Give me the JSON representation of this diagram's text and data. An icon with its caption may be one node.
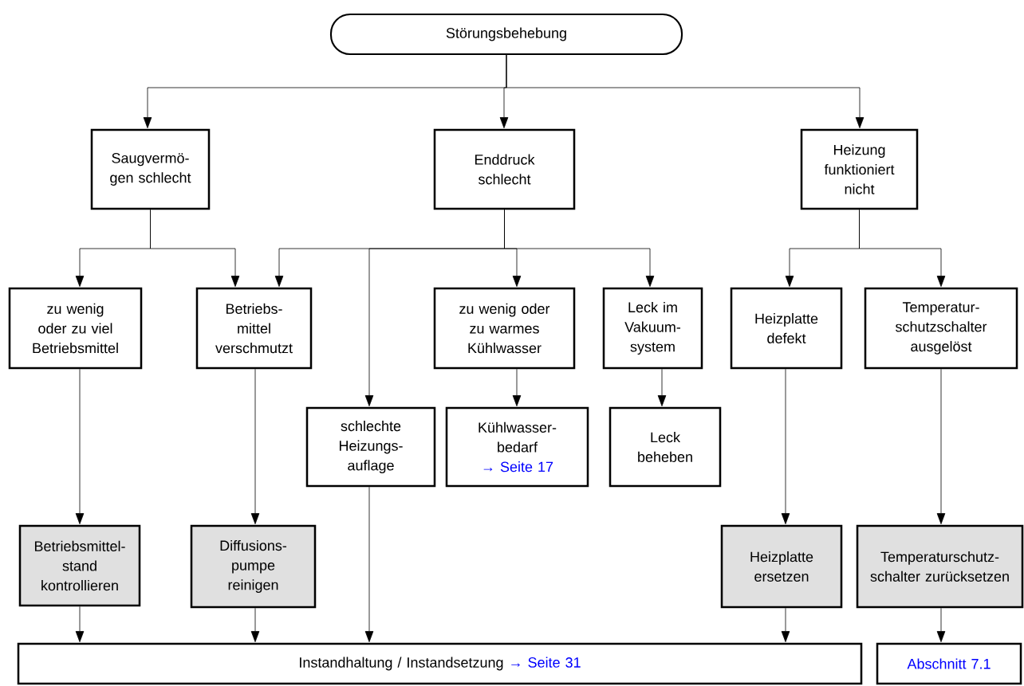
{
  "diagram": {
    "nodes": [
      {
        "text": [
          "Störungsbehebung"
        ]
      },
      {
        "text": [
          "Saugvermö- gen schlecht"
        ]
      },
      {
        "text": [
          "Enddruck schlecht"
        ]
      },
      {
        "text": [
          "Heizung funktioniert nicht"
        ]
      },
      {
        "text": [
          "zu wenig oder zu viel Betriebsmittel"
        ]
      },
      {
        "text": [
          "Betriebs- mittel verschmutzt"
        ]
      },
      {
        "text": [
          "schlechte Heizungs- auflage"
        ]
      },
      {
        "text": [
          "zu wenig oder zu warmes Kühlwasser"
        ]
      },
      {
        "text": [
          "Leck im Vakuum- system"
        ]
      },
      {
        "text": [
          "Heizplatte defekt"
        ]
      },
      {
        "text": [
          "Temperatur- schutzschalter ausgelöst"
        ]
      },
      {
        "text": [
          "Kühlwasser- bedarf",
          "→ Seite 17"
        ]
      },
      {
        "text": [
          "Leck beheben"
        ]
      },
      {
        "text": [
          "Betriebsmittel- stand kontrollieren"
        ]
      },
      {
        "text": [
          "Diffusions- pumpe reinigen"
        ]
      },
      {
        "text": [
          "Heizplatte ersetzen"
        ]
      },
      {
        "text": [
          "Temperaturschutz- schalter zurücksetzen"
        ]
      },
      {
        "text": [
          "Instandhaltung / Instandsetzung",
          "→ Seite 31"
        ]
      },
      {
        "text": [
          "Abschnitt 7.1"
        ]
      }
    ],
    "edges": [
      {
        "from": 0,
        "to": 1,
        "arrow": "to"
      },
      {
        "from": 0,
        "to": 2,
        "arrow": "to"
      },
      {
        "from": 0,
        "to": 3,
        "arrow": "to"
      },
      {
        "from": 1,
        "to": 4,
        "arrow": "to"
      },
      {
        "from": 1,
        "to": 5,
        "arrow": "to"
      },
      {
        "from": 2,
        "to": 5,
        "arrow": "to"
      },
      {
        "from": 2,
        "to": 6,
        "arrow": "to"
      },
      {
        "from": 2,
        "to": 7,
        "arrow": "to"
      },
      {
        "from": 2,
        "to": 8,
        "arrow": "to"
      },
      {
        "from": 3,
        "to": 9,
        "arrow": "to"
      },
      {
        "from": 3,
        "to": 10,
        "arrow": "to"
      },
      {
        "from": 4,
        "to": 13,
        "arrow": "to"
      },
      {
        "from": 5,
        "to": 14,
        "arrow": "to"
      },
      {
        "from": 7,
        "to": 11,
        "arrow": "to"
      },
      {
        "from": 8,
        "to": 12,
        "arrow": "to"
      },
      {
        "from": 9,
        "to": 15,
        "arrow": "to"
      },
      {
        "from": 10,
        "to": 16,
        "arrow": "to"
      },
      {
        "from": 13,
        "to": 17,
        "arrow": "to"
      },
      {
        "from": 14,
        "to": 17,
        "arrow": "to"
      },
      {
        "from": 6,
        "to": 17,
        "arrow": "to"
      },
      {
        "from": 15,
        "to": 17,
        "arrow": "to"
      },
      {
        "from": 16,
        "to": 18,
        "arrow": "to"
      }
    ]
  }
}
